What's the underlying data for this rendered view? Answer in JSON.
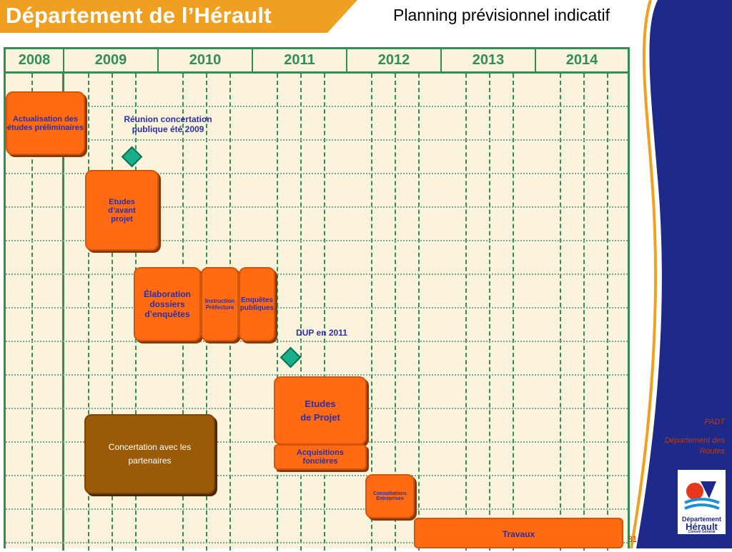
{
  "header": {
    "title": "Département de l’Hérault",
    "subtitle": "Planning prévisionnel indicatif"
  },
  "years": [
    "2008",
    "2009",
    "2010",
    "2011",
    "2012",
    "2013",
    "2014"
  ],
  "tasks": {
    "actualisation": "Actualisation des études préliminaires",
    "etudes_avant_projet": "Etudes d’avant projet",
    "elaboration": "Élaboration dossiers d’enquêtes",
    "instruction": "Instruction Préfecture",
    "enquetes": "Enquêtes publiques",
    "etudes_projet": "Etudes de Projet",
    "acquisitions": "Acquisitions foncières",
    "concertation": "Concertation avec les partenaires",
    "consultations": "Consultations Entreprises",
    "travaux": "Travaux"
  },
  "milestones": {
    "reunion": "Réunion concertation publique été 2009",
    "dup": "DUP en 2011"
  },
  "side": {
    "padt": "PADT",
    "dept": "Département des Routes",
    "logo_line1": "Département",
    "logo_line2": "Hérault",
    "logo_line3": "Conseil Général"
  },
  "page_number": "31",
  "colors": {
    "header_orange": "#f0a020",
    "grid_green": "#2f8f57",
    "task_orange": "#ff6a12",
    "task_brown": "#9b5a08",
    "side_navy": "#1e2a8a",
    "milestone_teal": "#18b08a"
  }
}
